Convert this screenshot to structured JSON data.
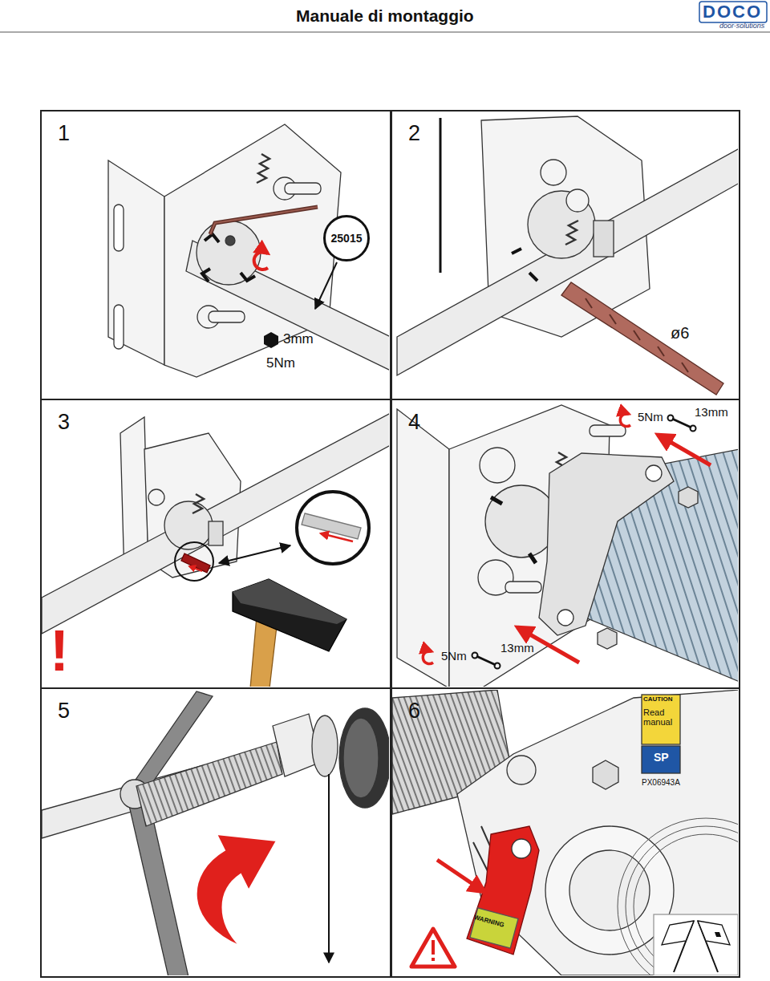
{
  "diagram": {
    "title": "Manuale di montaggio",
    "nodes": [
      {
        "text": [
          "1"
        ]
      },
      {
        "text": [
          "25015"
        ],
        "in": 0
      },
      {
        "text": [
          "2"
        ]
      },
      {
        "text": [
          "3"
        ]
      },
      {
        "text": [
          "4"
        ]
      },
      {
        "text": [
          "5"
        ]
      },
      {
        "text": [
          "6"
        ]
      }
    ],
    "labels": [
      "DOCO",
      "door-solutions",
      "3mm",
      "5Nm",
      "ø6",
      "!",
      "5Nm",
      "13mm",
      "5Nm",
      "13mm",
      "CAUTION",
      "Read manual",
      "SP",
      "PX06943A",
      "WARNING"
    ]
  }
}
